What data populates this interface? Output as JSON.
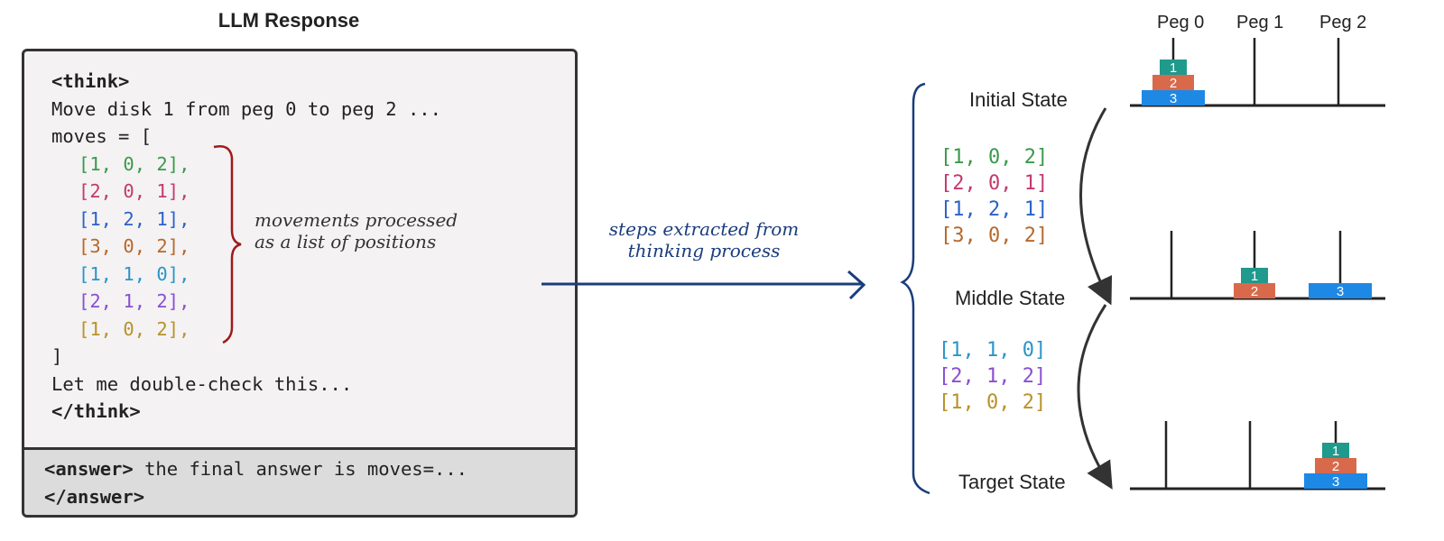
{
  "title": "LLM Response",
  "response": {
    "think_open": "<think>",
    "intro_line": "Move disk 1 from peg 0 to peg 2 ...",
    "moves_open": "moves = [",
    "moves": [
      {
        "text": "[1, 0, 2],",
        "color": "#3a9a4a"
      },
      {
        "text": "[2, 0, 1],",
        "color": "#c23a6e"
      },
      {
        "text": "[1, 2, 1],",
        "color": "#2a62c9"
      },
      {
        "text": "[3, 0, 2],",
        "color": "#b8682a"
      },
      {
        "text": "[1, 1, 0],",
        "color": "#2a95c8"
      },
      {
        "text": "[2, 1, 2],",
        "color": "#8a4fd1"
      },
      {
        "text": "[1, 0, 2],",
        "color": "#b8922a"
      }
    ],
    "moves_close": "]",
    "check_line": "Let me double-check this...",
    "think_close": "</think>",
    "answer_tag": "<answer>",
    "answer_text": " the final answer is moves=...",
    "answer_close": "</answer>"
  },
  "annotations": {
    "movements_line1": "movements processed",
    "movements_line2": "as a list of positions",
    "arrow_line1": "steps extracted from",
    "arrow_line2": "thinking process"
  },
  "pegs": {
    "labels": [
      "Peg 0",
      "Peg 1",
      "Peg 2"
    ]
  },
  "states": [
    {
      "label": "Initial State",
      "pegs": [
        [
          3,
          2,
          1
        ],
        [],
        []
      ]
    },
    {
      "label": "Middle State",
      "pegs": [
        [],
        [
          2,
          1
        ],
        [
          3
        ]
      ]
    },
    {
      "label": "Target State",
      "pegs": [
        [],
        [],
        [
          3,
          2,
          1
        ]
      ]
    }
  ],
  "step_groups": [
    [
      {
        "text": "[1, 0, 2]",
        "color": "#3a9a4a"
      },
      {
        "text": "[2, 0, 1]",
        "color": "#c23a6e"
      },
      {
        "text": "[1, 2, 1]",
        "color": "#2a62c9"
      },
      {
        "text": "[3, 0, 2]",
        "color": "#b8682a"
      }
    ],
    [
      {
        "text": "[1, 1, 0]",
        "color": "#2a95c8"
      },
      {
        "text": "[2, 1, 2]",
        "color": "#8a4fd1"
      },
      {
        "text": "[1, 0, 2]",
        "color": "#b8922a"
      }
    ]
  ],
  "disks": {
    "1": {
      "label": "1",
      "color": "#1f9a8c"
    },
    "2": {
      "label": "2",
      "color": "#d9694b"
    },
    "3": {
      "label": "3",
      "color": "#1e88e5"
    }
  },
  "colors": {
    "brace_red": "#a01a1a",
    "hand_blue": "#1a3d7c"
  }
}
